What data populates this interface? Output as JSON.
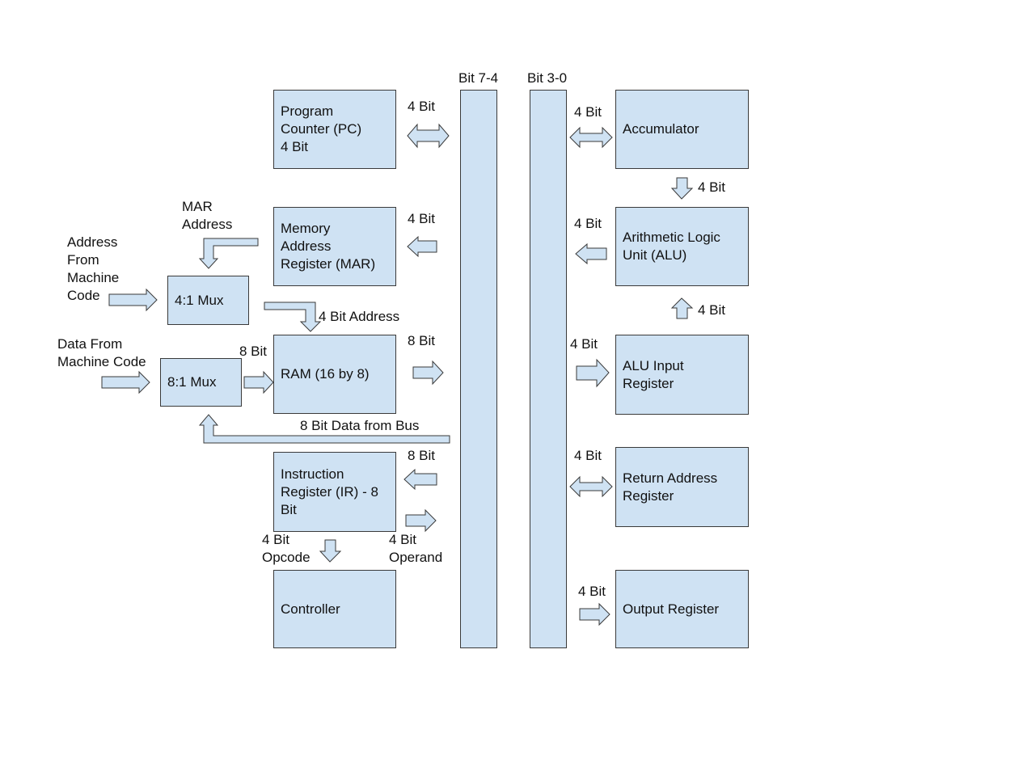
{
  "buses": {
    "high": "Bit 7-4",
    "low": "Bit 3-0"
  },
  "blocks": {
    "pc": "Program\nCounter (PC)\n4 Bit",
    "mar": "Memory\nAddress\nRegister (MAR)",
    "mux4": "4:1 Mux",
    "ram": "RAM (16 by 8)",
    "mux8": "8:1 Mux",
    "ir": "Instruction\nRegister (IR) - 8\nBit",
    "controller": "Controller",
    "accumulator": "Accumulator",
    "alu": "Arithmetic Logic\nUnit (ALU)",
    "alu_input": "ALU Input\nRegister",
    "return_address": "Return Address\nRegister",
    "output": "Output Register"
  },
  "labels": {
    "pc_bus": "4 Bit",
    "mar_bus": "4 Bit",
    "mar_address": "MAR\nAddress",
    "address_from_mc": "Address\nFrom\nMachine\nCode",
    "mux4_to_ram": "4 Bit Address",
    "data_from_mc": "Data From\nMachine Code",
    "mux8_to_ram": "8 Bit",
    "ram_bus": "8 Bit",
    "data_from_bus": "8 Bit Data from Bus",
    "ir_bus": "8 Bit",
    "opcode": "4 Bit\nOpcode",
    "operand": "4 Bit\nOperand",
    "acc_bus": "4 Bit",
    "acc_alu": "4 Bit",
    "alu_bus": "4 Bit",
    "aluin_alu": "4 Bit",
    "aluin_bus": "4 Bit",
    "ret_bus": "4 Bit",
    "out_bus": "4 Bit"
  }
}
